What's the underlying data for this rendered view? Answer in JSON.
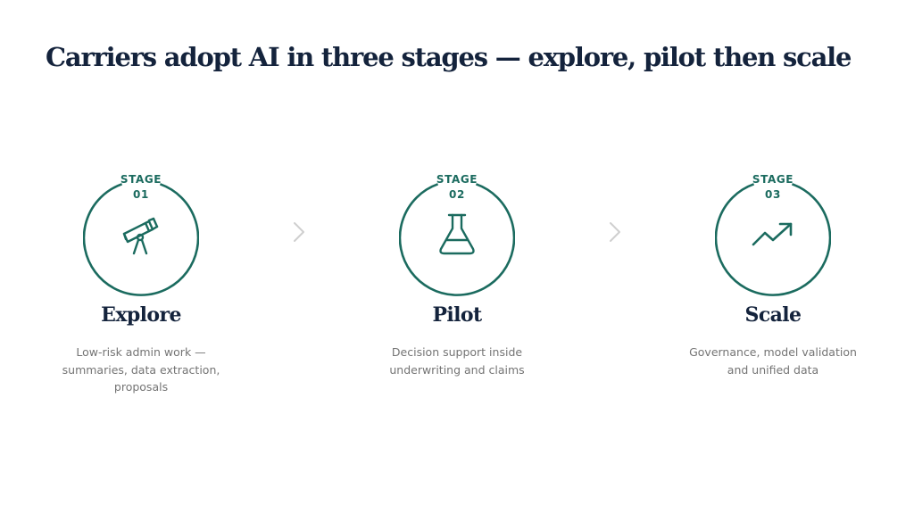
{
  "title": "Carriers adopt AI in three stages — explore, pilot then scale",
  "accent_color": "#1b6b5f",
  "heading_color": "#14233c",
  "stages": [
    {
      "label": "STAGE",
      "number": "01",
      "name": "Explore",
      "description": "Low-risk admin work — summaries, data extraction, proposals",
      "icon": "telescope-icon"
    },
    {
      "label": "STAGE",
      "number": "02",
      "name": "Pilot",
      "description": "Decision support inside underwriting and claims",
      "icon": "flask-icon"
    },
    {
      "label": "STAGE",
      "number": "03",
      "name": "Scale",
      "description": "Governance, model validation and unified data",
      "icon": "trending-up-icon"
    }
  ],
  "connectors": [
    "chevron-right-icon",
    "chevron-right-icon"
  ]
}
